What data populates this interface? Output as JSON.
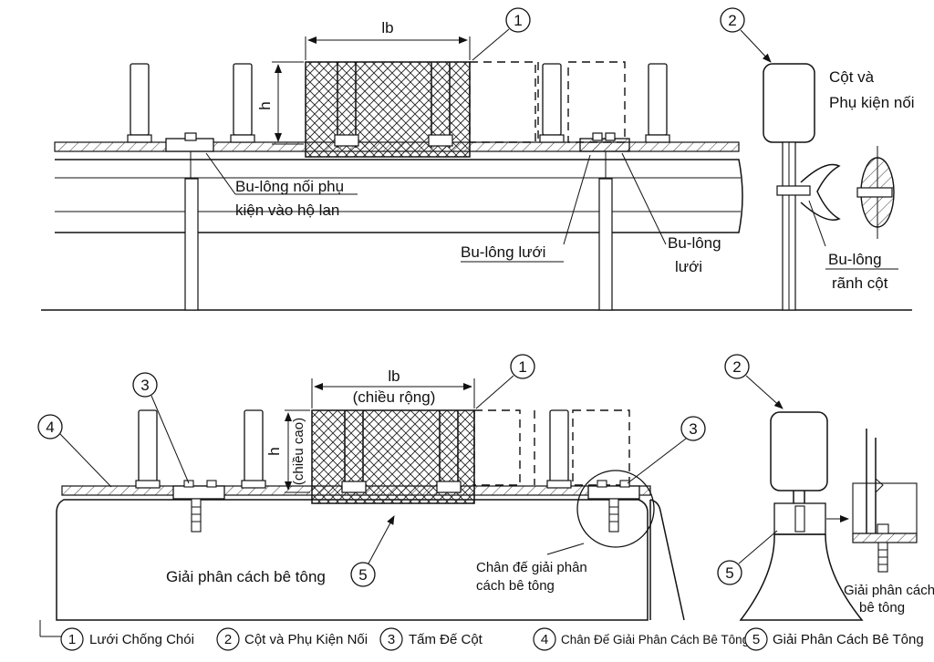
{
  "top": {
    "dim_lb": "lb",
    "dim_h": "h",
    "callout_1": "1",
    "callout_2": "2",
    "label_bolt_connect_line1": "Bu-lông nối phụ",
    "label_bolt_connect_line2": "kiện vào hộ lan",
    "label_mesh_bolt_left": "Bu-lông lưới",
    "label_mesh_bolt_right_line1": "Bu-lông",
    "label_mesh_bolt_right_line2": "lưới",
    "label_post_line1": "Cột và",
    "label_post_line2": "Phụ kiện nối",
    "label_groove_bolt_line1": "Bu-lông",
    "label_groove_bolt_line2": "rãnh cột"
  },
  "bottom": {
    "dim_lb": "lb",
    "dim_lb_sub": "(chiều rộng)",
    "dim_h": "h",
    "dim_h_sub": "(chiều cao)",
    "callout_1": "1",
    "callout_2": "2",
    "callout_3a": "3",
    "callout_3b": "3",
    "callout_4": "4",
    "callout_5a": "5",
    "callout_5b": "5",
    "label_concrete": "Giải phân cách bê tông",
    "label_base_line1": "Chân đế giải phân",
    "label_base_line2": "cách bê tông",
    "label_detail_line1": "Giải phân cách",
    "label_detail_line2": "bê tông"
  },
  "legend": [
    {
      "num": "1",
      "text": "Lưới Chống Chói"
    },
    {
      "num": "2",
      "text": "Cột và Phụ Kiện Nối"
    },
    {
      "num": "3",
      "text": "Tấm Đế Cột"
    },
    {
      "num": "4",
      "text": "Chân Đế Giải Phân Cách Bê Tông"
    },
    {
      "num": "5",
      "text": "Giải Phân Cách Bê Tông"
    }
  ]
}
